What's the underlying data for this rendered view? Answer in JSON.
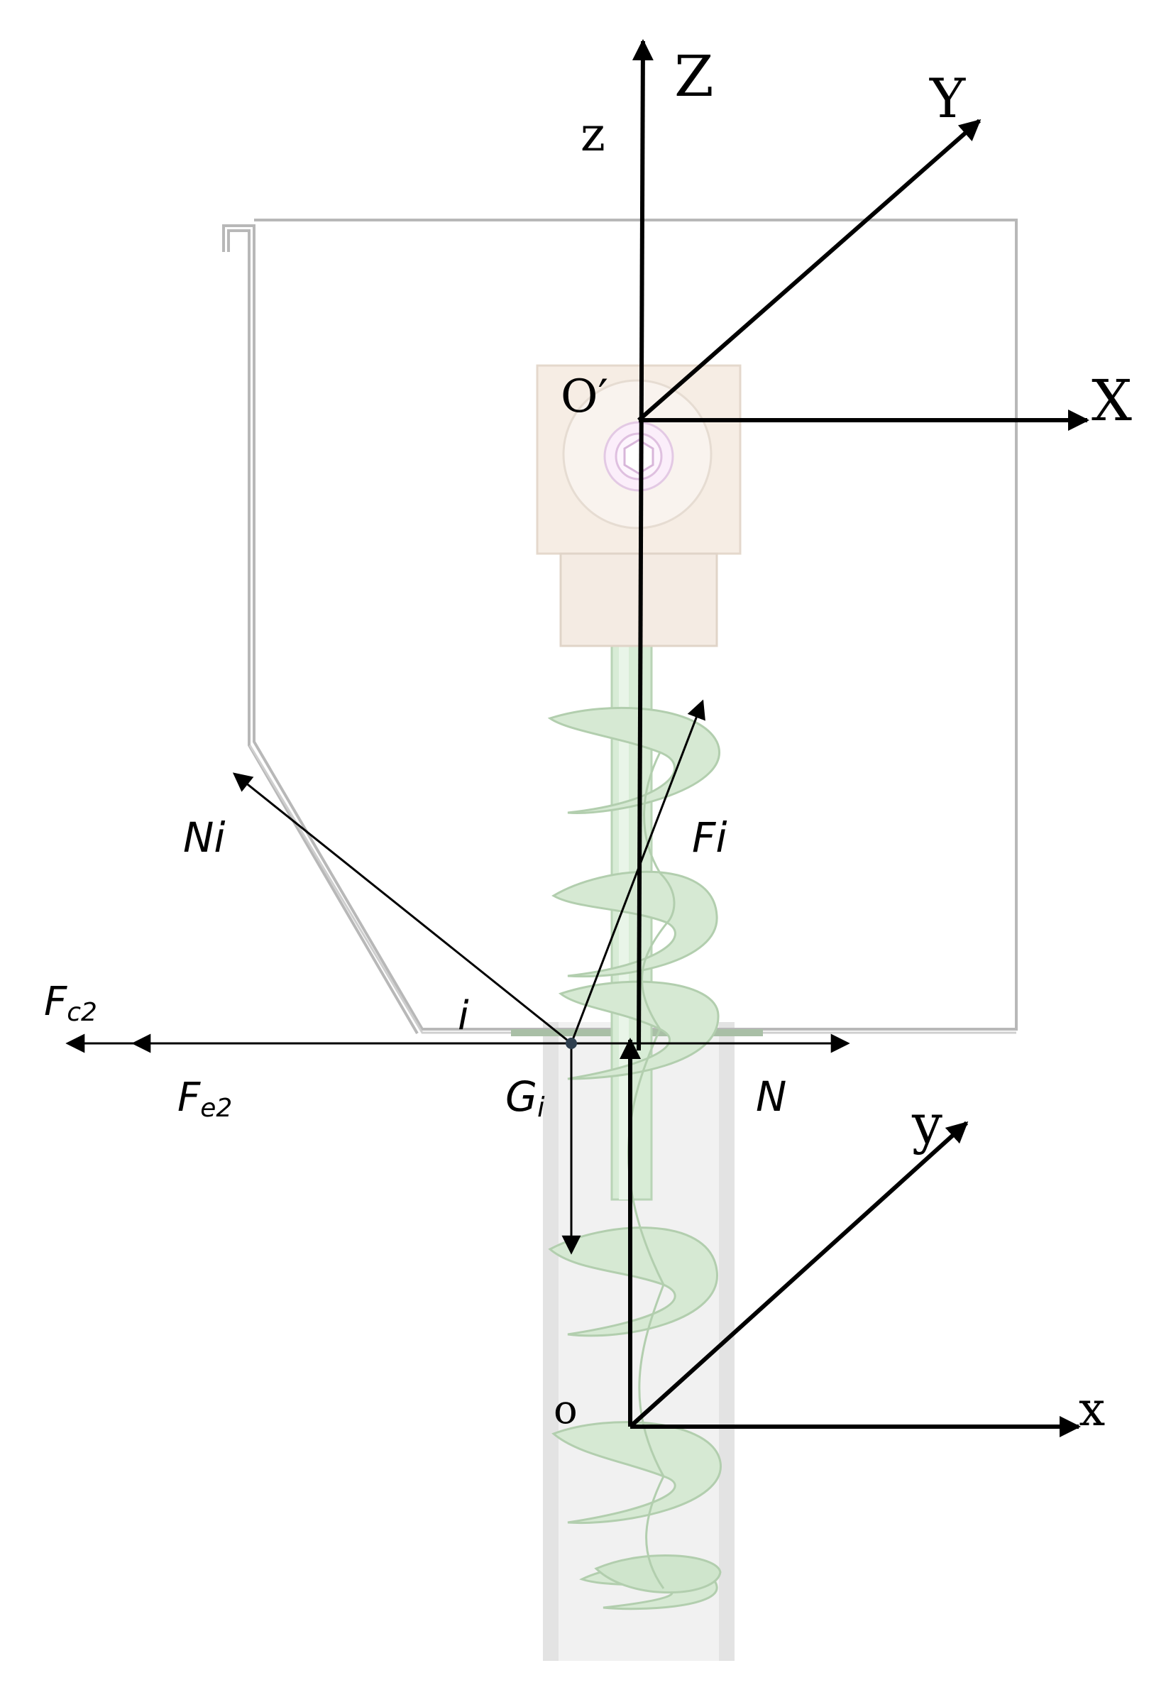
{
  "frames": {
    "upper": {
      "origin": "O′",
      "x": "X",
      "y": "Y",
      "z": "Z"
    },
    "lower": {
      "origin": "o",
      "x": "x",
      "y": "y",
      "z": "z"
    }
  },
  "forces": {
    "normal_i": "Ni",
    "friction_i": "Fi",
    "gravity_main": "G",
    "gravity_sub": "i",
    "normal_N": "N",
    "fc_main": "F",
    "fc_sub": "c2",
    "fe_main": "F",
    "fe_sub": "e2"
  },
  "point_label": "i",
  "colors": {
    "axis": "#000000",
    "hopper_outline": "#b8b8b8",
    "auger_blade": "#d4e8d2",
    "auger_shaft": "#c9e3c6",
    "motor_block": "#f5ece3",
    "tube": "#ececec"
  }
}
